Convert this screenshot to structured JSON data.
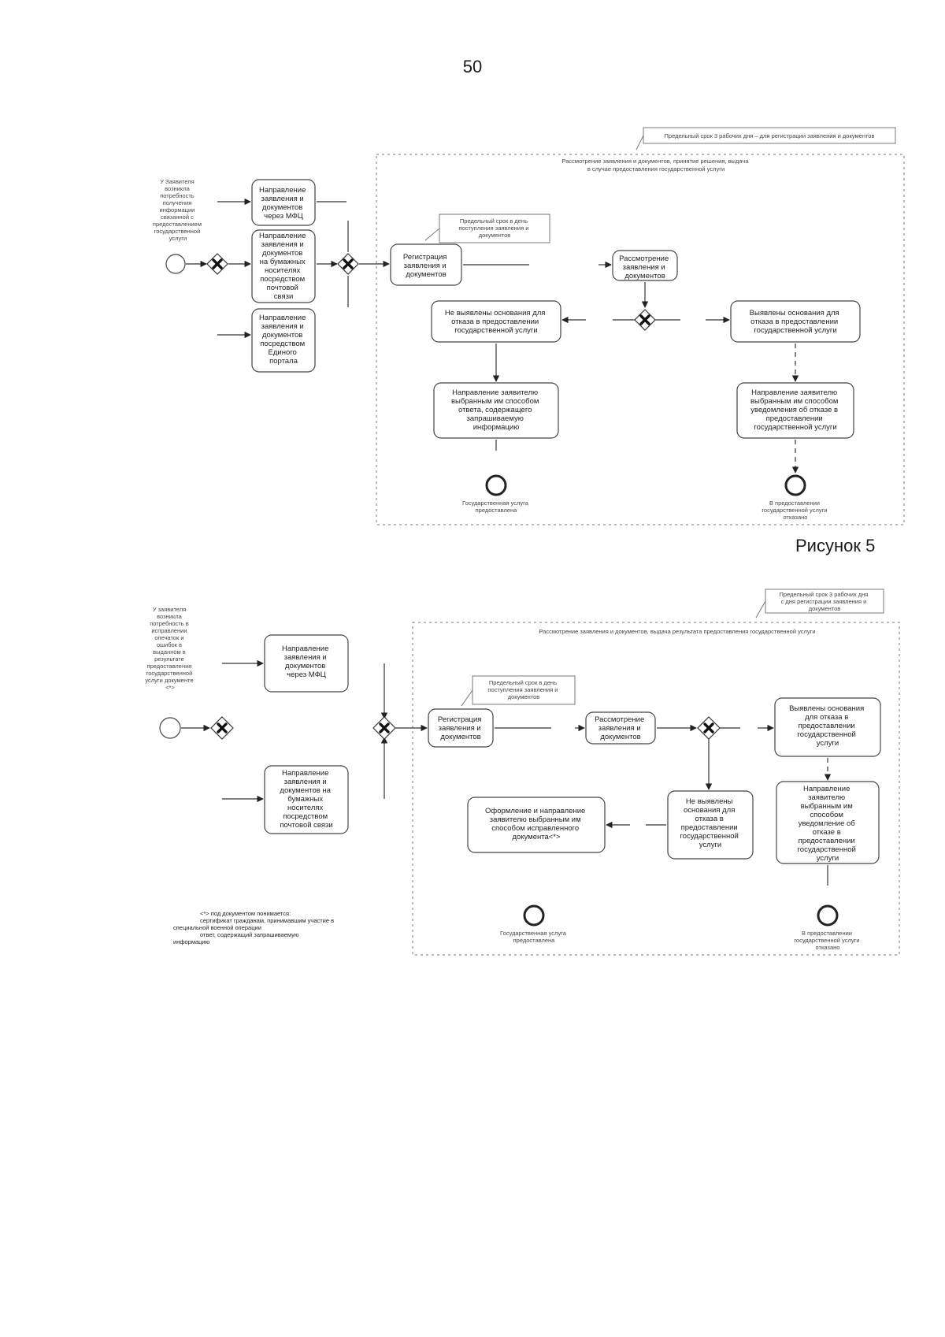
{
  "page": {
    "number": "50",
    "caption": "Рисунок 5"
  },
  "diagram1": {
    "time_note": "Предельный срок 3 рабочих дня – для регистрации заявления и документов",
    "lane_title": [
      "Рассмотрение заявления и документов, принятие решения, выдача",
      "в случае предоставления государственной услуги"
    ],
    "start_label": [
      "У Заявителя",
      "возникла",
      "потребность",
      "получения",
      "информации",
      "связанной с",
      "предоставлением",
      "государственной",
      "услуги"
    ],
    "submit_mfc": [
      "Направление",
      "заявления и",
      "документов",
      "через МФЦ"
    ],
    "submit_mail": [
      "Направление",
      "заявления и",
      "документов",
      "на бумажных",
      "носителях",
      "посредством",
      "почтовой",
      "связи"
    ],
    "submit_portal": [
      "Направление",
      "заявления и",
      "документов",
      "посредством",
      "Единого",
      "портала"
    ],
    "reg_note": [
      "Предельный срок в день",
      "поступления заявления и",
      "документов"
    ],
    "registration": [
      "Регистрация",
      "заявления и",
      "документов"
    ],
    "review": [
      "Рассмотрение",
      "заявления и",
      "документов"
    ],
    "no_grounds": [
      "Не выявлены основания для",
      "отказа в предоставлении",
      "государственной услуги"
    ],
    "grounds": [
      "Выявлены основания для",
      "отказа в предоставлении",
      "государственной услуги"
    ],
    "send_answer": [
      "Направление заявителю",
      "выбранным им способом",
      "ответа, содержащего",
      "запрашиваемую",
      "информацию"
    ],
    "send_refusal": [
      "Направление заявителю",
      "выбранным им способом",
      "уведомления об отказе в",
      "предоставлении",
      "государственной услуги"
    ],
    "end_ok": [
      "Государственная услуга",
      "предоставлена"
    ],
    "end_refused": [
      "В предоставлении",
      "государственной услуги",
      "отказано"
    ]
  },
  "diagram2": {
    "time_note": [
      "Предельный срок 3 рабочих дня",
      "с дня регистрации заявления и",
      "документов"
    ],
    "lane_title": "Рассмотрение заявления и документов, выдача результата предоставления государственной услуги",
    "start_label": [
      "У заявителя",
      "возникла",
      "потребность в",
      "исправлении",
      "опечаток и",
      "ошибок в",
      "выданном в",
      "результате",
      "предоставления",
      "государственной",
      "услуги документе",
      "<*>"
    ],
    "submit_mfc": [
      "Направление",
      "заявления и",
      "документов",
      "через МФЦ"
    ],
    "submit_mail": [
      "Направление",
      "заявления и",
      "документов на",
      "бумажных",
      "носителях",
      "посредством",
      "почтовой связи"
    ],
    "reg_note": [
      "Предельный срок в день",
      "поступления заявления и",
      "документов"
    ],
    "registration": [
      "Регистрация",
      "заявления и",
      "документов"
    ],
    "review": [
      "Рассмотрение",
      "заявления и",
      "документов"
    ],
    "grounds": [
      "Выявлены основания",
      "для отказа в",
      "предоставлении",
      "государственной",
      "услуги"
    ],
    "no_grounds": [
      "Не выявлены",
      "основания для",
      "отказа в",
      "предоставлении",
      "государственной",
      "услуги"
    ],
    "send_corrected": [
      "Оформление и направление",
      "заявителю выбранным им",
      "способом исправленного",
      "документа<*>"
    ],
    "send_refusal": [
      "Направление",
      "заявителю",
      "выбранным им",
      "способом",
      "уведомление об",
      "отказе в",
      "предоставлении",
      "государственной",
      "услуги"
    ],
    "end_ok": [
      "Государственная услуга",
      "предоставлена"
    ],
    "end_refused": [
      "В предоставлении",
      "государственной услуги",
      "отказано"
    ],
    "footnote": [
      "<*> под документом понимается:",
      "сертификат гражданам, принимавшим участие в",
      "специальной военной операции",
      "ответ, содержащий запрашиваемую",
      "информацию"
    ]
  }
}
